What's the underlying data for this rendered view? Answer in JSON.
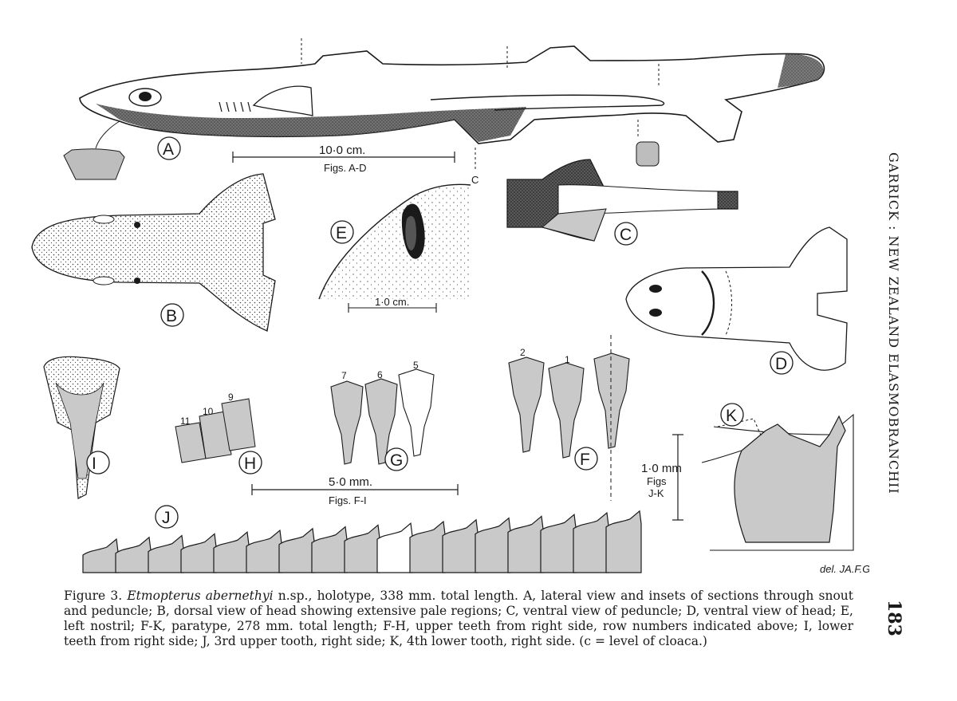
{
  "figure": {
    "panel_labels": [
      "A",
      "B",
      "C",
      "D",
      "E",
      "F",
      "G",
      "H",
      "I",
      "J",
      "K"
    ],
    "cloaca_marker": "C",
    "tooth_numbers_G": [
      "7",
      "6",
      "5"
    ],
    "tooth_numbers_F": [
      "2",
      "1"
    ],
    "tooth_numbers_H": [
      "11",
      "10",
      "9"
    ]
  },
  "scales": {
    "ad_length": "10·0 cm.",
    "ad_caption": "Figs. A-D",
    "e_length": "1·0 cm.",
    "fi_length": "5·0 mm.",
    "fi_caption": "Figs. F-I",
    "jk_length": "1·0 mm",
    "jk_caption_1": "Figs",
    "jk_caption_2": "J-K"
  },
  "credit": "del. JA.F.G.",
  "running_head": "GARRICK : NEW ZEALAND ELASMOBRANCHII",
  "page_number": "183",
  "caption": {
    "label": "Figure 3.",
    "species": "Etmopterus abernethyi",
    "body": " n.sp., holotype, 338 mm. total length. A, lateral view and insets of sections through snout and peduncle; B, dorsal view of head showing extensive pale regions; C, ventral view of peduncle; D, ventral view of head; E, left nostril; F-K, paratype, 278 mm. total length; F-H, upper teeth from right side, row numbers indicated above; I, lower teeth from right side; J, 3rd upper tooth, right side; K, 4th lower tooth, right side. (c = level of cloaca.)"
  },
  "colors": {
    "ink": "#1a1a1a",
    "pale_tone": "#c9c9c9",
    "dark_tone": "#3a3a3a"
  }
}
